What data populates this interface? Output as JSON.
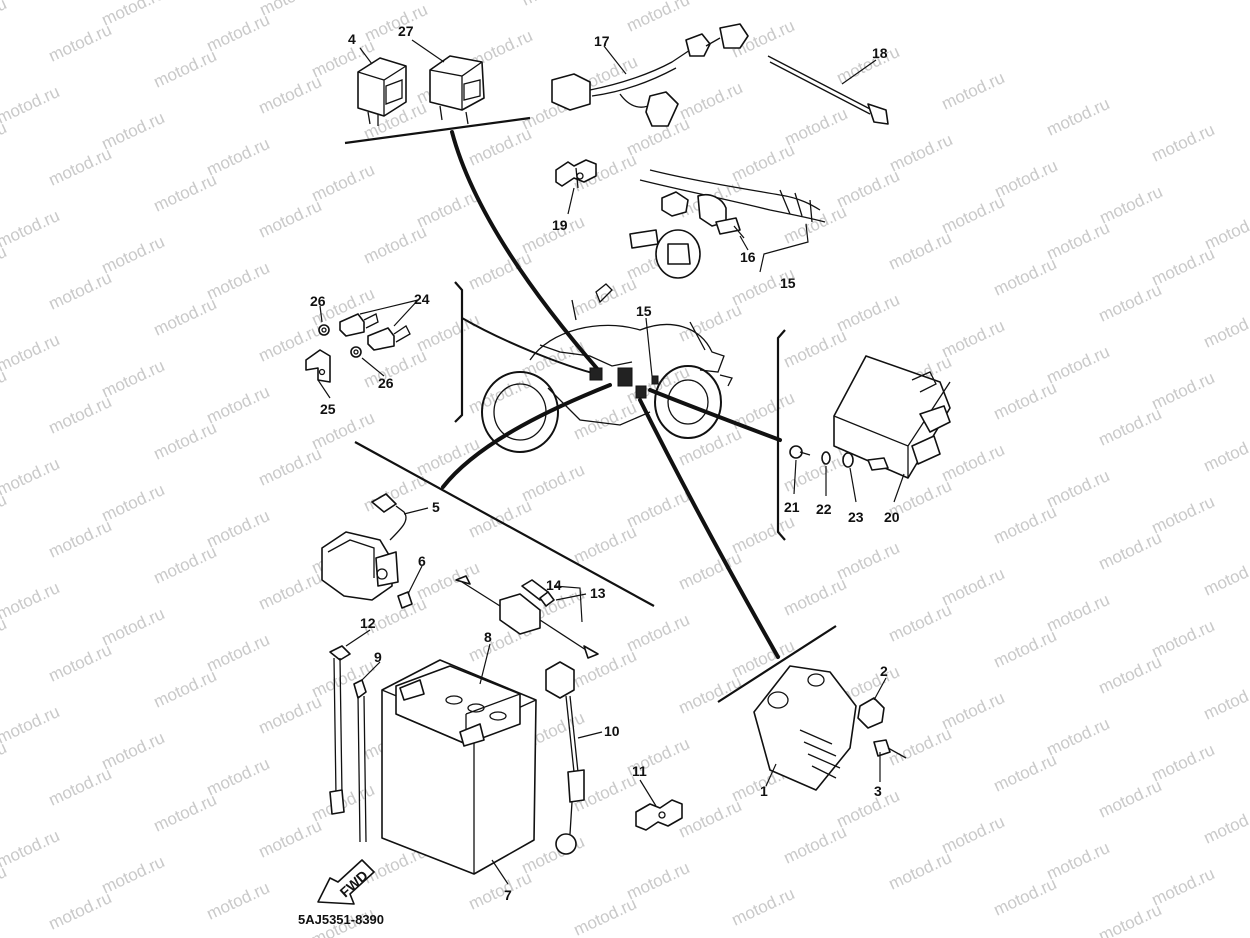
{
  "diagram": {
    "part_code": "5AJ5351-8390",
    "watermark": "motod.ru",
    "fwd_label": "FWD",
    "callouts": [
      {
        "id": "1",
        "label": "1"
      },
      {
        "id": "2",
        "label": "2"
      },
      {
        "id": "3",
        "label": "3"
      },
      {
        "id": "4",
        "label": "4"
      },
      {
        "id": "5",
        "label": "5"
      },
      {
        "id": "6",
        "label": "6"
      },
      {
        "id": "7",
        "label": "7"
      },
      {
        "id": "8",
        "label": "8"
      },
      {
        "id": "9",
        "label": "9"
      },
      {
        "id": "10",
        "label": "10"
      },
      {
        "id": "11",
        "label": "11"
      },
      {
        "id": "12",
        "label": "12"
      },
      {
        "id": "13",
        "label": "13"
      },
      {
        "id": "14",
        "label": "14"
      },
      {
        "id": "15a",
        "label": "15"
      },
      {
        "id": "15b",
        "label": "15"
      },
      {
        "id": "16",
        "label": "16"
      },
      {
        "id": "17",
        "label": "17"
      },
      {
        "id": "18",
        "label": "18"
      },
      {
        "id": "19",
        "label": "19"
      },
      {
        "id": "20",
        "label": "20"
      },
      {
        "id": "21",
        "label": "21"
      },
      {
        "id": "22",
        "label": "22"
      },
      {
        "id": "23",
        "label": "23"
      },
      {
        "id": "24",
        "label": "24"
      },
      {
        "id": "25",
        "label": "25"
      },
      {
        "id": "26a",
        "label": "26"
      },
      {
        "id": "26b",
        "label": "26"
      },
      {
        "id": "27",
        "label": "27"
      }
    ]
  }
}
